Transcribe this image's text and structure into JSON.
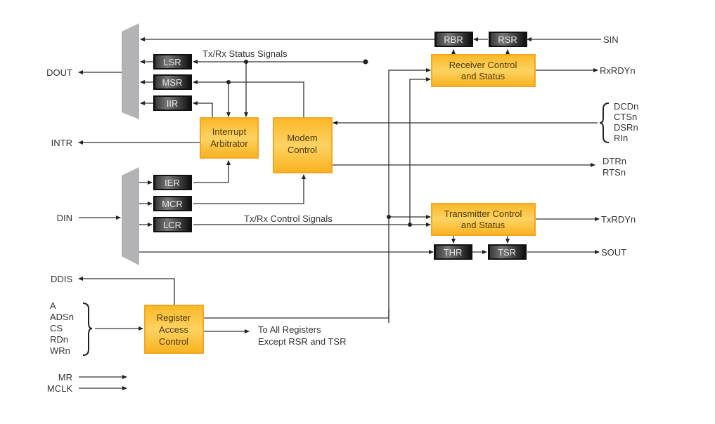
{
  "diagram": {
    "title": "UART block diagram",
    "colors": {
      "block_fill": "#fbbd2b",
      "block_border": "#f5a623",
      "register_fill": "#2a2a2a",
      "mux_fill": "#b3b3b5",
      "wire": "#333333"
    },
    "blocks": {
      "interrupt_arbitrator": [
        "Interrupt",
        "Arbitrator"
      ],
      "modem_control": [
        "Modem",
        "Control"
      ],
      "receiver_control": [
        "Receiver Control",
        "and Status"
      ],
      "transmitter_control": [
        "Transmitter Control",
        "and Status"
      ],
      "register_access": [
        "Register",
        "Access",
        "Control"
      ]
    },
    "registers": {
      "lsr": "LSR",
      "msr": "MSR",
      "iir": "IIR",
      "ier": "IER",
      "mcr": "MCR",
      "lcr": "LCR",
      "rbr": "RBR",
      "rsr": "RSR",
      "thr": "THR",
      "tsr": "TSR"
    },
    "signals": {
      "dout": "DOUT",
      "intr": "INTR",
      "din": "DIN",
      "ddis": "DDIS",
      "sin": "SIN",
      "rxrdyn": "RxRDYn",
      "modem_inputs": [
        "DCDn",
        "CTSn",
        "DSRn",
        "RIn"
      ],
      "modem_outputs": [
        "DTRn",
        "RTSn"
      ],
      "txrdyn": "TxRDYn",
      "sout": "SOUT",
      "bus_inputs": [
        "A",
        "ADSn",
        "CS",
        "RDn",
        "WRn"
      ],
      "mr": "MR",
      "mclk": "MCLK"
    },
    "annotations": {
      "status_bus": "Tx/Rx Status Signals",
      "control_bus": "Tx/Rx Control Signals",
      "to_all_registers": [
        "To All Registers",
        "Except RSR and TSR"
      ]
    }
  }
}
